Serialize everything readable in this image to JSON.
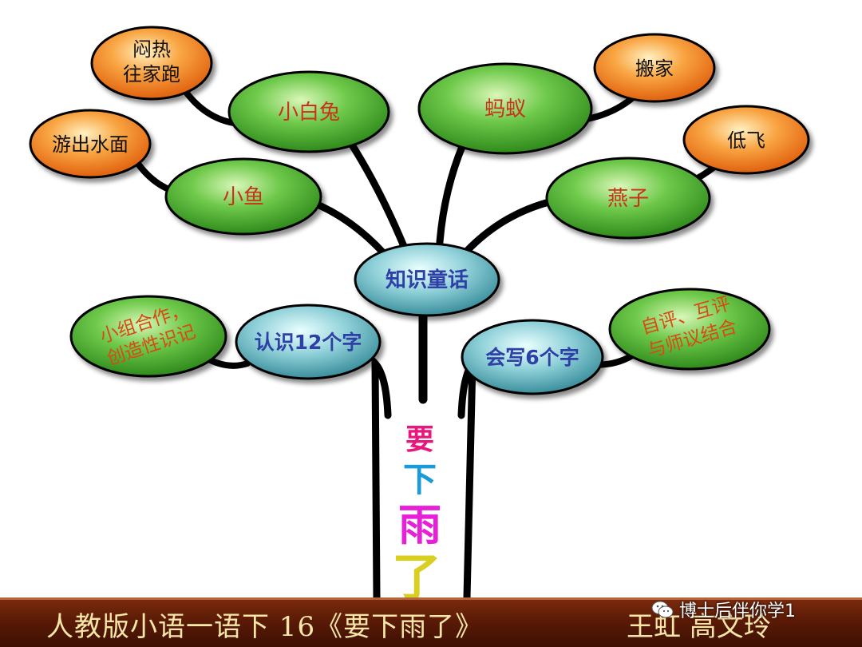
{
  "diagram": {
    "trunk_chars": [
      {
        "char": "要",
        "color": "#e8177e"
      },
      {
        "char": "下",
        "color": "#1a9bd8"
      },
      {
        "char": "雨",
        "color": "#e81fd9"
      },
      {
        "char": "了",
        "color": "#d8cf20"
      }
    ],
    "hub": {
      "label": "知识童话"
    },
    "left_hub": {
      "label": "认识12个字"
    },
    "right_hub": {
      "label": "会写6个字"
    },
    "left_leaf": {
      "lines": [
        "小组合作，",
        "创造性识记"
      ]
    },
    "right_leaf": {
      "lines": [
        "自评、互评",
        "与师议结合"
      ]
    },
    "animals": [
      {
        "label": "小白兔",
        "detail_lines": [
          "闷热",
          "往家跑"
        ]
      },
      {
        "label": "小鱼",
        "detail_lines": [
          "游出水面"
        ]
      },
      {
        "label": "蚂蚁",
        "detail_lines": [
          "搬家"
        ]
      },
      {
        "label": "燕子",
        "detail_lines": [
          "低飞"
        ]
      }
    ]
  },
  "footer": {
    "title": "人教版小语一语下  16《要下雨了》",
    "author": "王虹  高文玲"
  },
  "watermark": {
    "text": "博士后伴你学1",
    "icon": "wechat-icon"
  },
  "colors": {
    "green": "#3fa92a",
    "orange": "#f07a1a",
    "teal": "#4aa6b2",
    "branch": "#000000",
    "footer": "#5a1a06",
    "footer_text": "#f6e6a8",
    "animal_text": "#c9311a",
    "hub_text": "#2e3fa6",
    "leaf_text": "#d84a12"
  }
}
